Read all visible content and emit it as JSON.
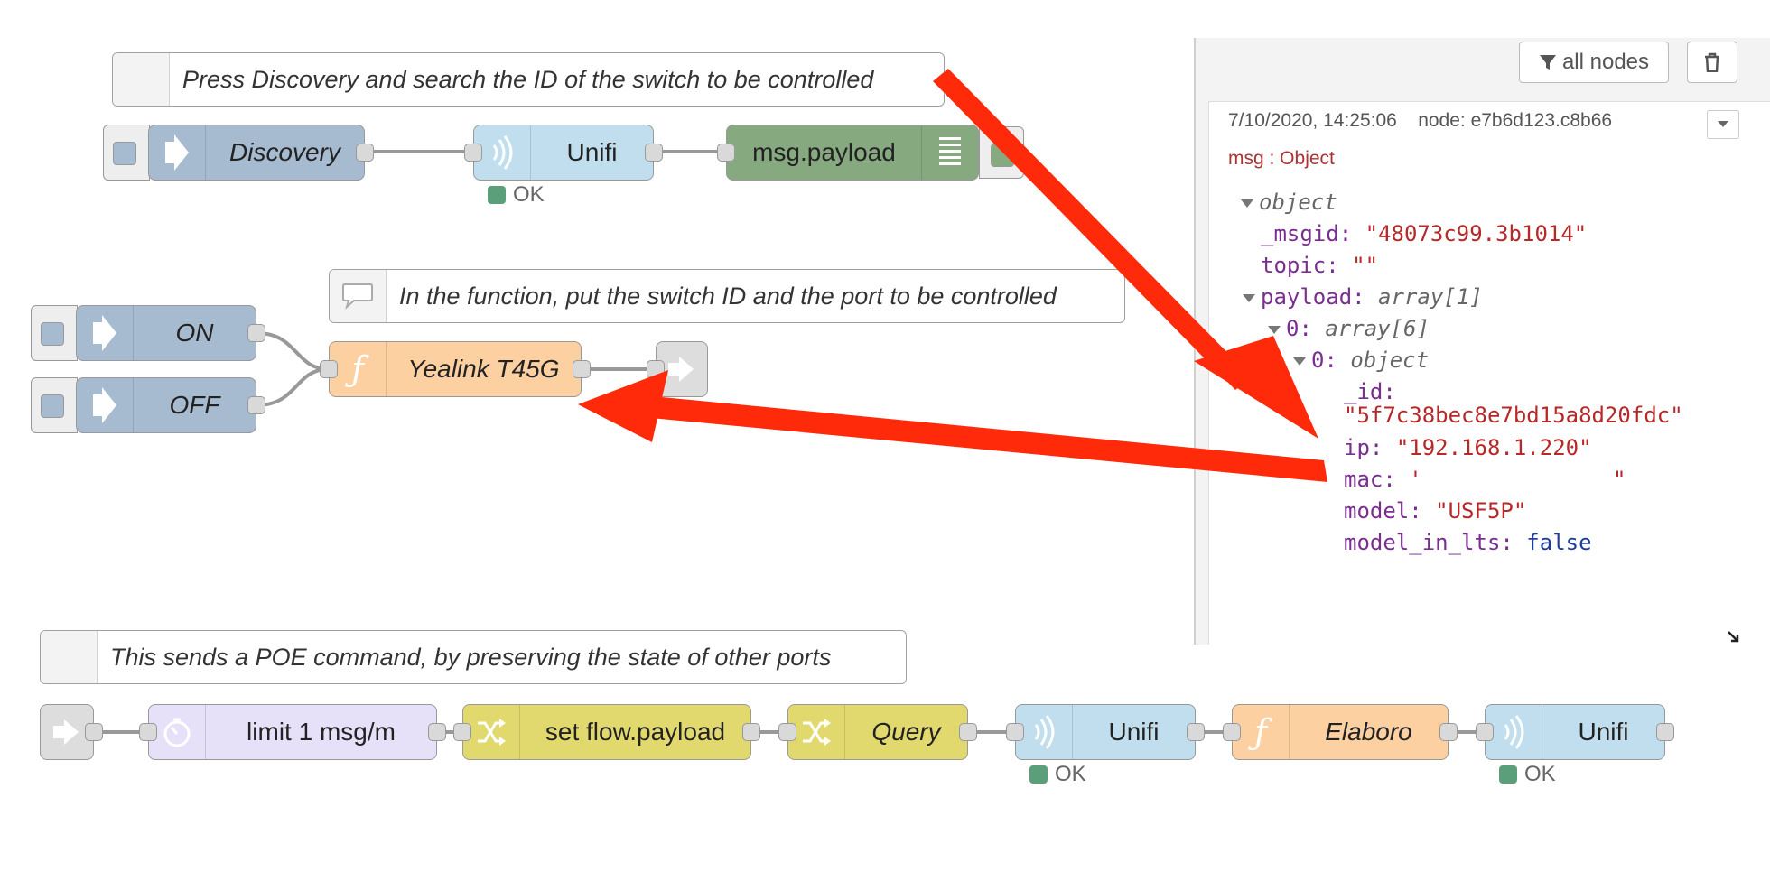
{
  "comments": {
    "discovery": "Press Discovery and search the ID of the switch to be controlled",
    "function": "In the function, put the switch ID and the port to be controlled",
    "poe": "This sends a POE command, by preserving the state of other ports"
  },
  "flow1": {
    "discovery_label": "Discovery",
    "unifi_label": "Unifi",
    "unifi_status": "OK",
    "debug_label": "msg.payload"
  },
  "flow2": {
    "on_label": "ON",
    "off_label": "OFF",
    "function_label": "Yealink T45G"
  },
  "flow3": {
    "limit_label": "limit 1 msg/m",
    "setflow_label": "set flow.payload",
    "query_label": "Query",
    "unifi1_label": "Unifi",
    "unifi1_status": "OK",
    "elaboro_label": "Elaboro",
    "unifi2_label": "Unifi",
    "unifi2_status": "OK"
  },
  "sidebar": {
    "filter_label": "all nodes",
    "timestamp": "7/10/2020, 14:25:06",
    "node_id": "node: e7b6d123.c8b66",
    "msg_type": "msg : Object",
    "tree": {
      "root": "object",
      "msgid_key": "_msgid:",
      "msgid_val": "\"48073c99.3b1014\"",
      "topic_key": "topic:",
      "topic_val": "\"\"",
      "payload_key": "payload:",
      "payload_type": "array[1]",
      "idx0_key": "0:",
      "idx0_type": "array[6]",
      "idx00_key": "0:",
      "idx00_type": "object",
      "id_key": "_id:",
      "id_val": "\"5f7c38bec8e7bd15a8d20fdc\"",
      "ip_key": "ip:",
      "ip_val": "\"192.168.1.220\"",
      "mac_key": "mac:",
      "mac_val_open": "'",
      "mac_val_close": "\"",
      "model_key": "model:",
      "model_val": "\"USF5P\"",
      "lts_key": "model_in_lts:",
      "lts_val": "false"
    }
  },
  "colors": {
    "inject": "#a6bbcf",
    "unifi": "#c0deed",
    "debug": "#87a980",
    "function": "#fdd0a2",
    "delay": "#e6e0f8",
    "change": "#e2d96e",
    "link": "#dddddd",
    "status_ok": "#5a9e7a",
    "arrow": "#ff2a0a"
  }
}
